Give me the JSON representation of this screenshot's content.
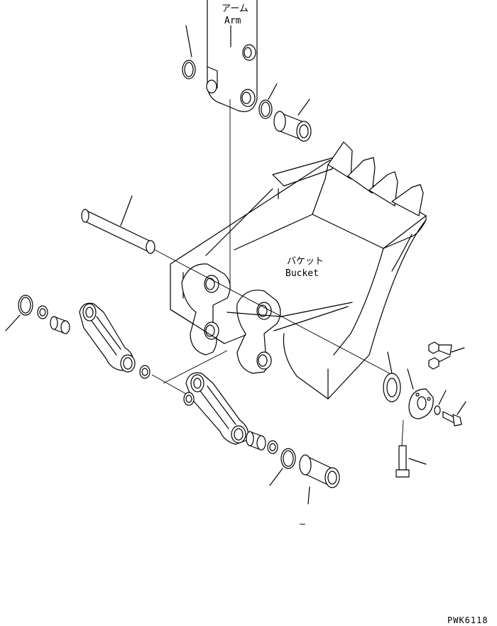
{
  "labels": {
    "arm_jp": "アーム",
    "arm_en": "Arm",
    "bucket_jp": "バケット",
    "bucket_en": "Bucket",
    "drawing_code": "PWK6118",
    "dash": "–"
  },
  "colors": {
    "line": "#000000",
    "background": "#ffffff"
  }
}
